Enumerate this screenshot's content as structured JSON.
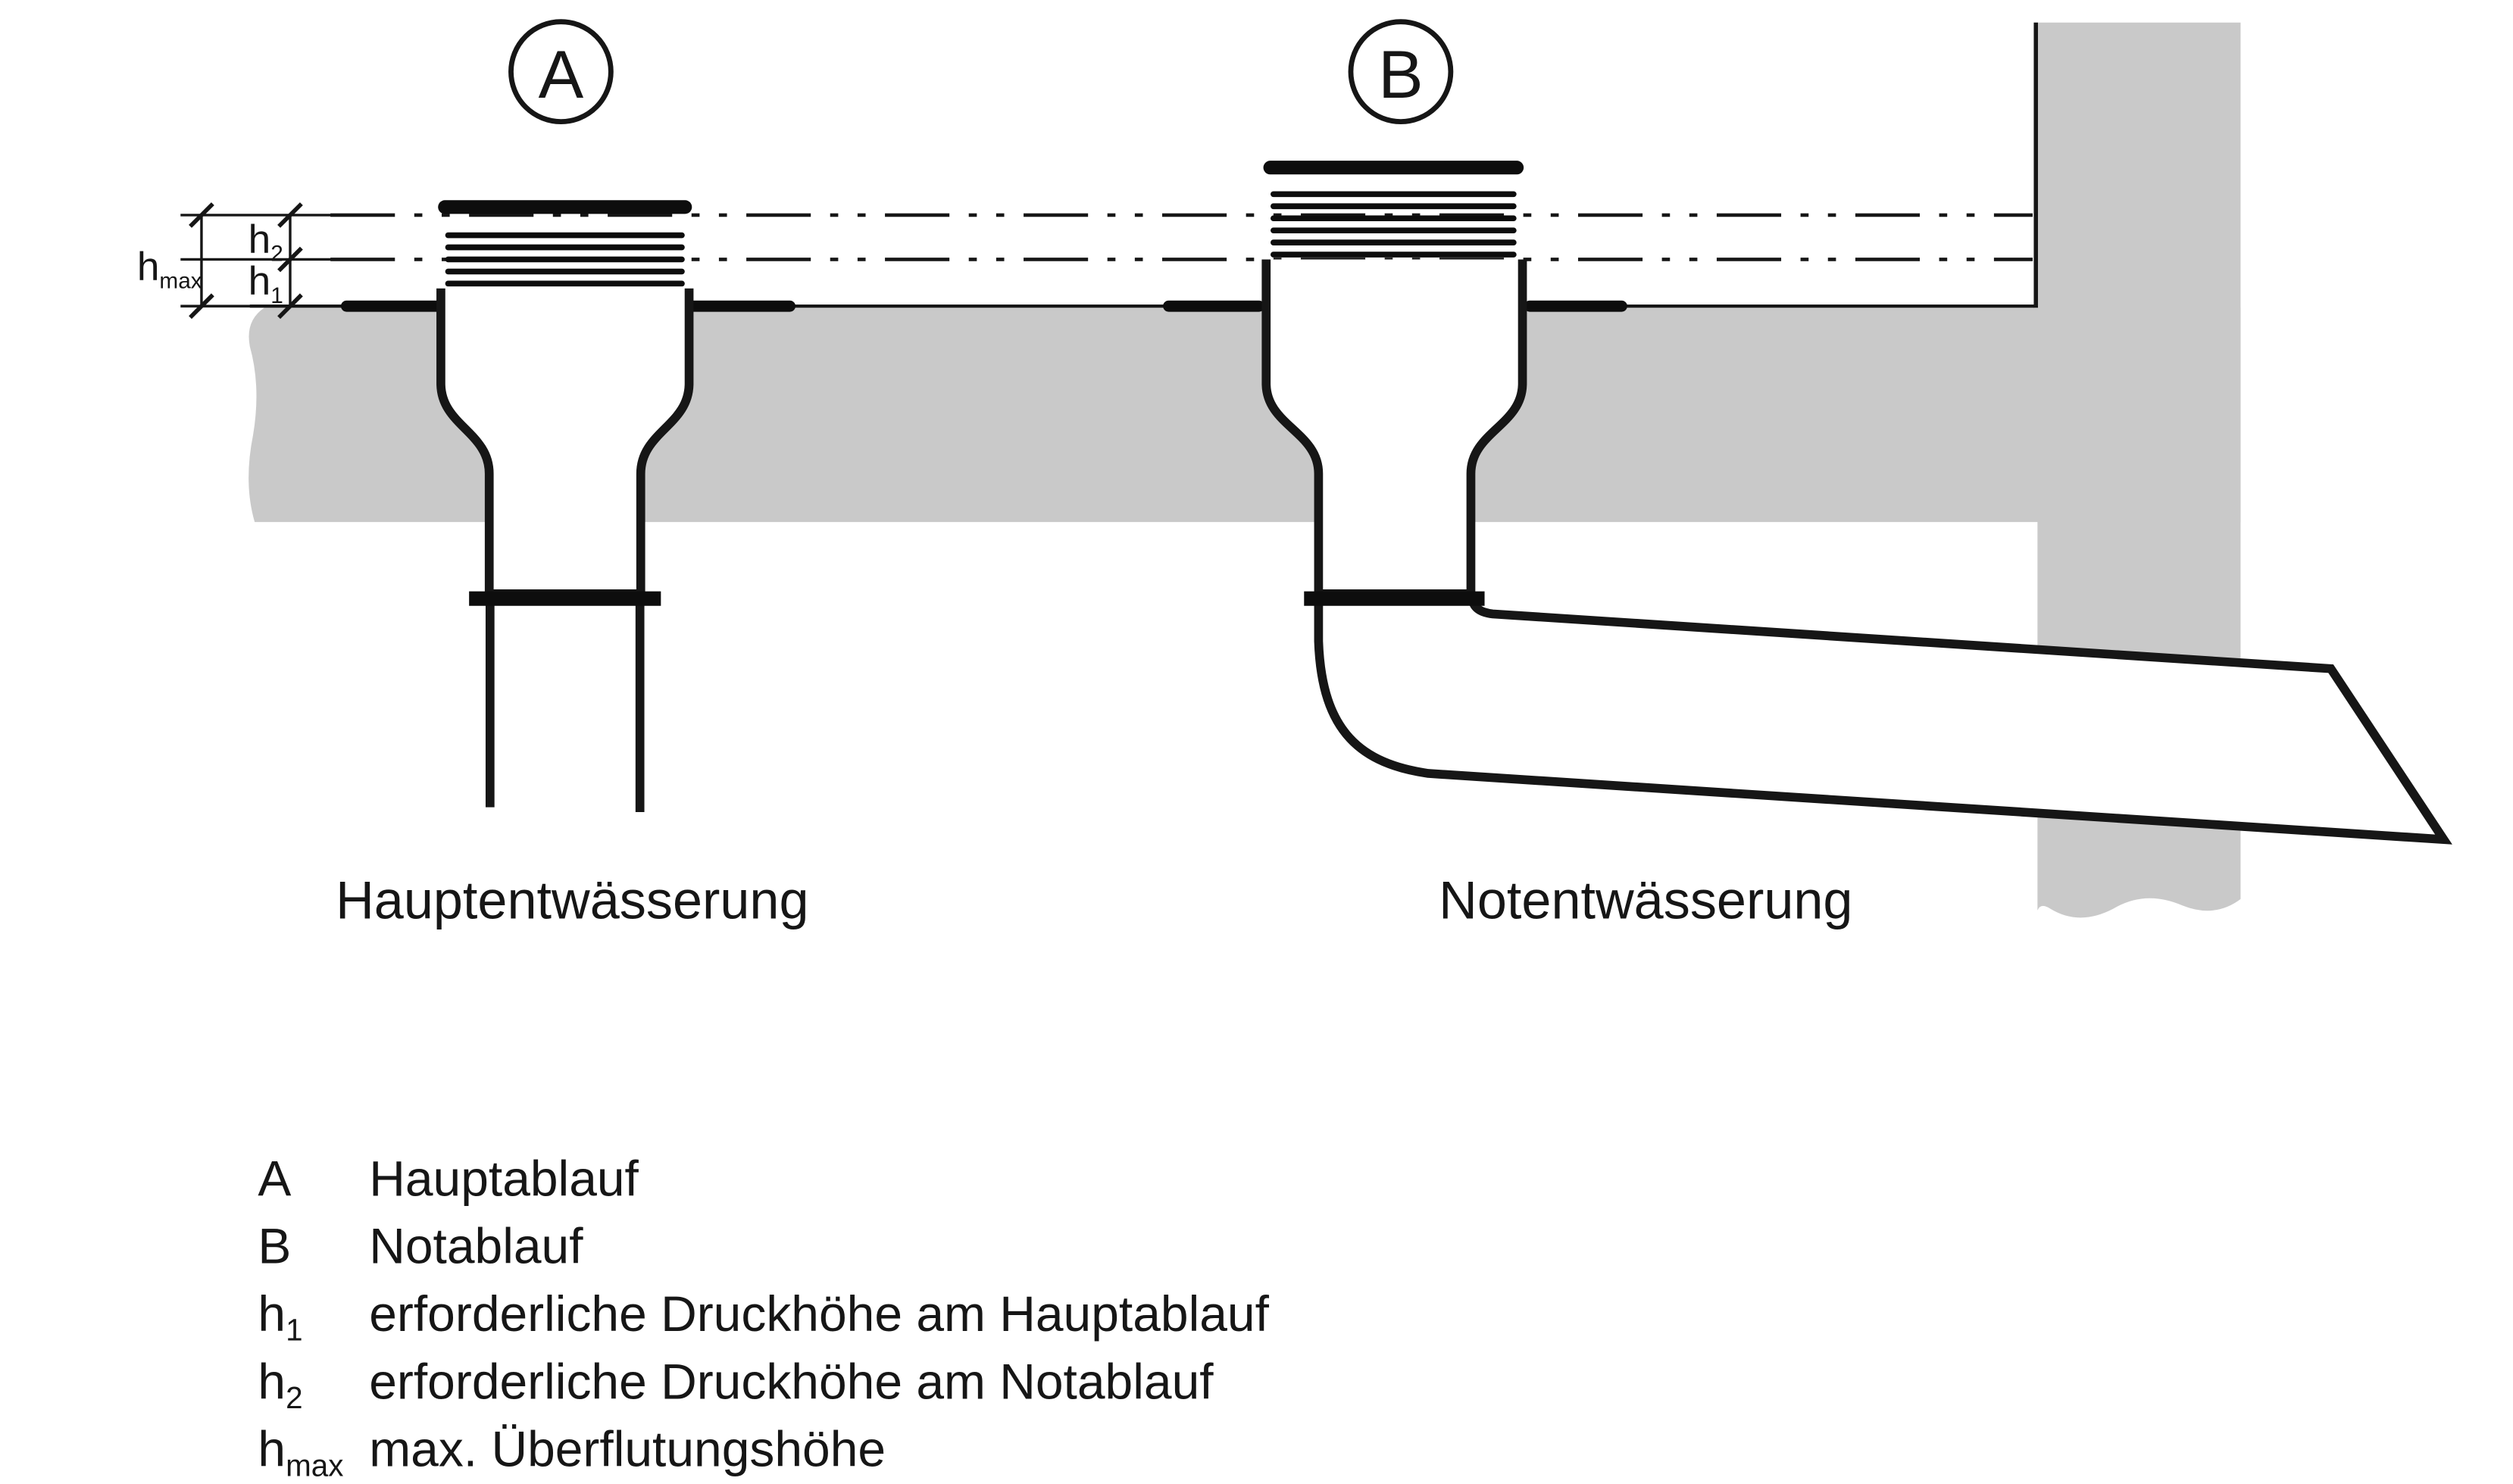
{
  "colors": {
    "gray": "#c9c9c9",
    "black": "#161616"
  },
  "markers": {
    "a": "A",
    "b": "B"
  },
  "dimensions": {
    "hmax": {
      "base": "h",
      "sub": "max"
    },
    "h2": {
      "base": "h",
      "sub": "2"
    },
    "h1": {
      "base": "h",
      "sub": "1"
    }
  },
  "captions": {
    "main_drain": "Hauptentwässerung",
    "emergency_drain": "Notentwässerung"
  },
  "legend": {
    "rows": [
      {
        "sym": "A",
        "sub": "",
        "desc": "Hauptablauf"
      },
      {
        "sym": "B",
        "sub": "",
        "desc": "Notablauf"
      },
      {
        "sym": "h",
        "sub": "1",
        "desc": "erforderliche Druckhöhe am Hauptablauf"
      },
      {
        "sym": "h",
        "sub": "2",
        "desc": "erforderliche Druckhöhe am Notablauf"
      },
      {
        "sym": "h",
        "sub": "max",
        "desc": "max. Überflutungshöhe"
      }
    ]
  }
}
